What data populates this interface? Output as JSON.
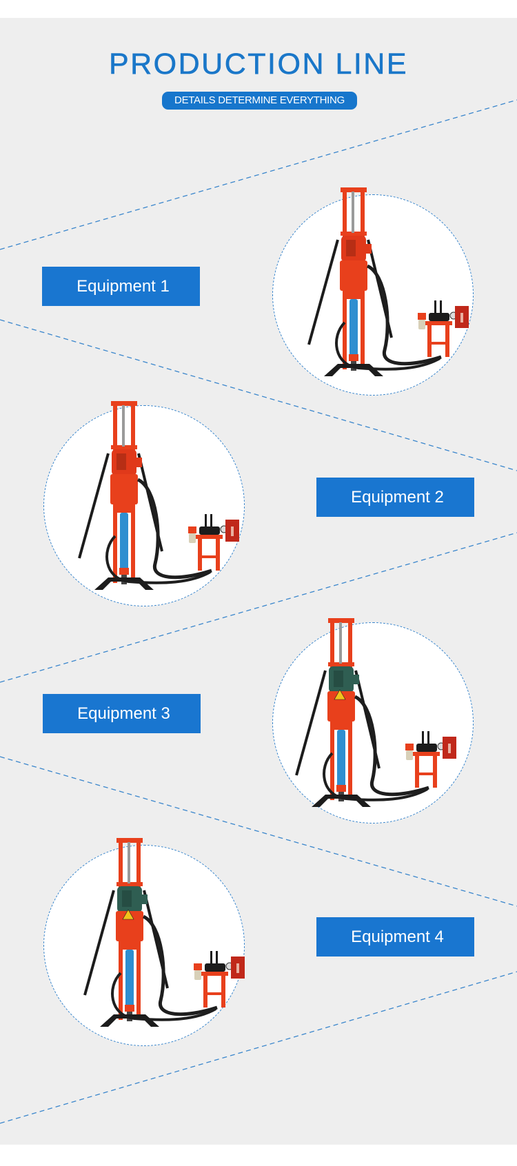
{
  "header": {
    "title": "PRODUCTION LINE",
    "subtitle": "DETAILS DETERMINE EVERYTHING"
  },
  "colors": {
    "accent": "#1976d0",
    "background": "#eeeeee",
    "dashed_line": "#3a86cc",
    "rig_red": "#e8401c",
    "drill_blue": "#2f8fd0"
  },
  "equipment": [
    {
      "label": "Equipment 1",
      "image": "drill-rig-red-motor",
      "motor_color": "#e0391a",
      "warning_sign": false
    },
    {
      "label": "Equipment 2",
      "image": "drill-rig-red-motor",
      "motor_color": "#e0391a",
      "warning_sign": false
    },
    {
      "label": "Equipment 3",
      "image": "drill-rig-green-motor",
      "motor_color": "#2f5e52",
      "warning_sign": true
    },
    {
      "label": "Equipment 4",
      "image": "drill-rig-green-motor",
      "motor_color": "#2f5e52",
      "warning_sign": true
    }
  ]
}
